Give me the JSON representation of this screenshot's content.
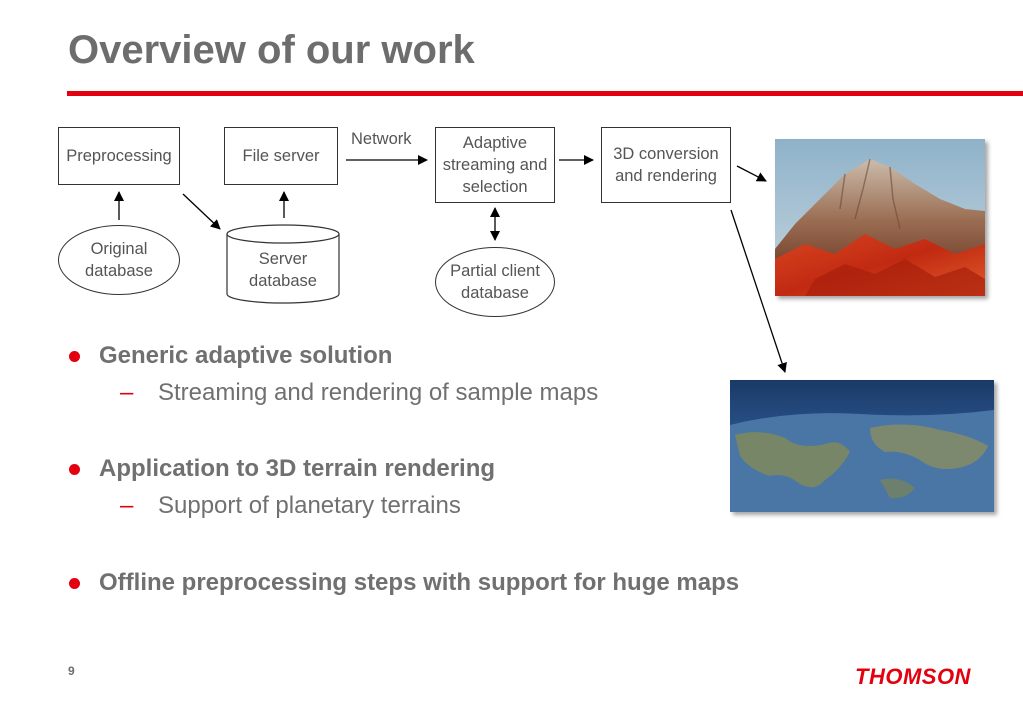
{
  "slide": {
    "title": "Overview of our work",
    "page_number": "9",
    "logo": "THOMSON"
  },
  "diagram": {
    "preprocessing": "Preprocessing",
    "file_server": "File server",
    "network": "Network",
    "adaptive": "Adaptive streaming and selection",
    "conversion": "3D conversion and rendering",
    "original_db": "Original database",
    "server_db": "Server database",
    "client_db": "Partial client database"
  },
  "bullets": [
    {
      "text": "Generic adaptive solution",
      "sub": "Streaming and rendering of sample maps"
    },
    {
      "text": "Application to 3D terrain rendering",
      "sub": "Support of planetary terrains"
    },
    {
      "text": "Offline preprocessing steps with support for huge maps"
    }
  ],
  "colors": {
    "accent": "#e3000f",
    "text": "#707070"
  },
  "images": [
    "terrain-mountain",
    "planetary-terrain"
  ]
}
